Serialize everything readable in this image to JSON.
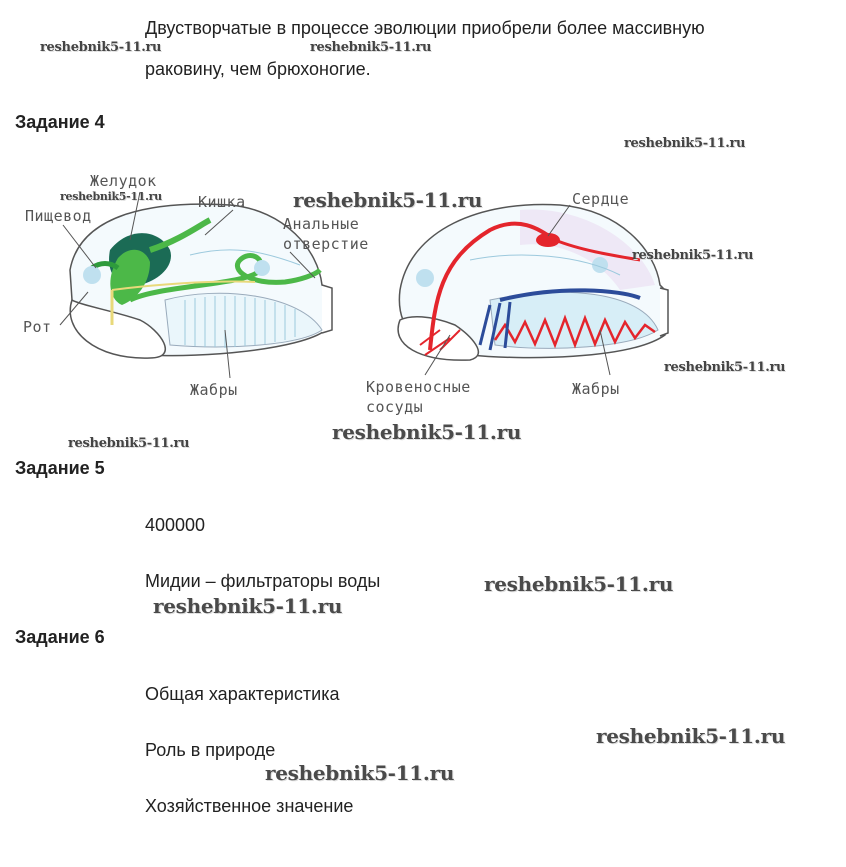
{
  "intro": {
    "line1": "Двустворчатые в процессе эволюции приобрели более массивную",
    "line2": "раковину, чем брюхоногие."
  },
  "task4": {
    "heading": "Задание 4",
    "left_labels": {
      "stomach": "Желудок",
      "esophagus": "Пищевод",
      "intestine": "Кишка",
      "anal1": "Анальные",
      "anal2": "отверстие",
      "mouth": "Рот",
      "gills": "Жабры"
    },
    "right_labels": {
      "heart": "Сердце",
      "vessels1": "Кровеносные",
      "vessels2": "сосуды",
      "gills": "Жабры"
    }
  },
  "task5": {
    "heading": "Задание 5",
    "answer1": "400000",
    "answer2": "Мидии – фильтраторы воды"
  },
  "task6": {
    "heading": "Задание 6",
    "item1": "Общая характеристика",
    "item2": "Роль в природе",
    "item3": "Хозяйственное значение"
  },
  "watermark": "reshebnik5-11.ru",
  "colors": {
    "digestive": "#2e9b3c",
    "stomach": "#1b6b55",
    "blood_red": "#e4252c",
    "blood_blue": "#2c4c9a",
    "gill_fill": "#d7eef7"
  }
}
